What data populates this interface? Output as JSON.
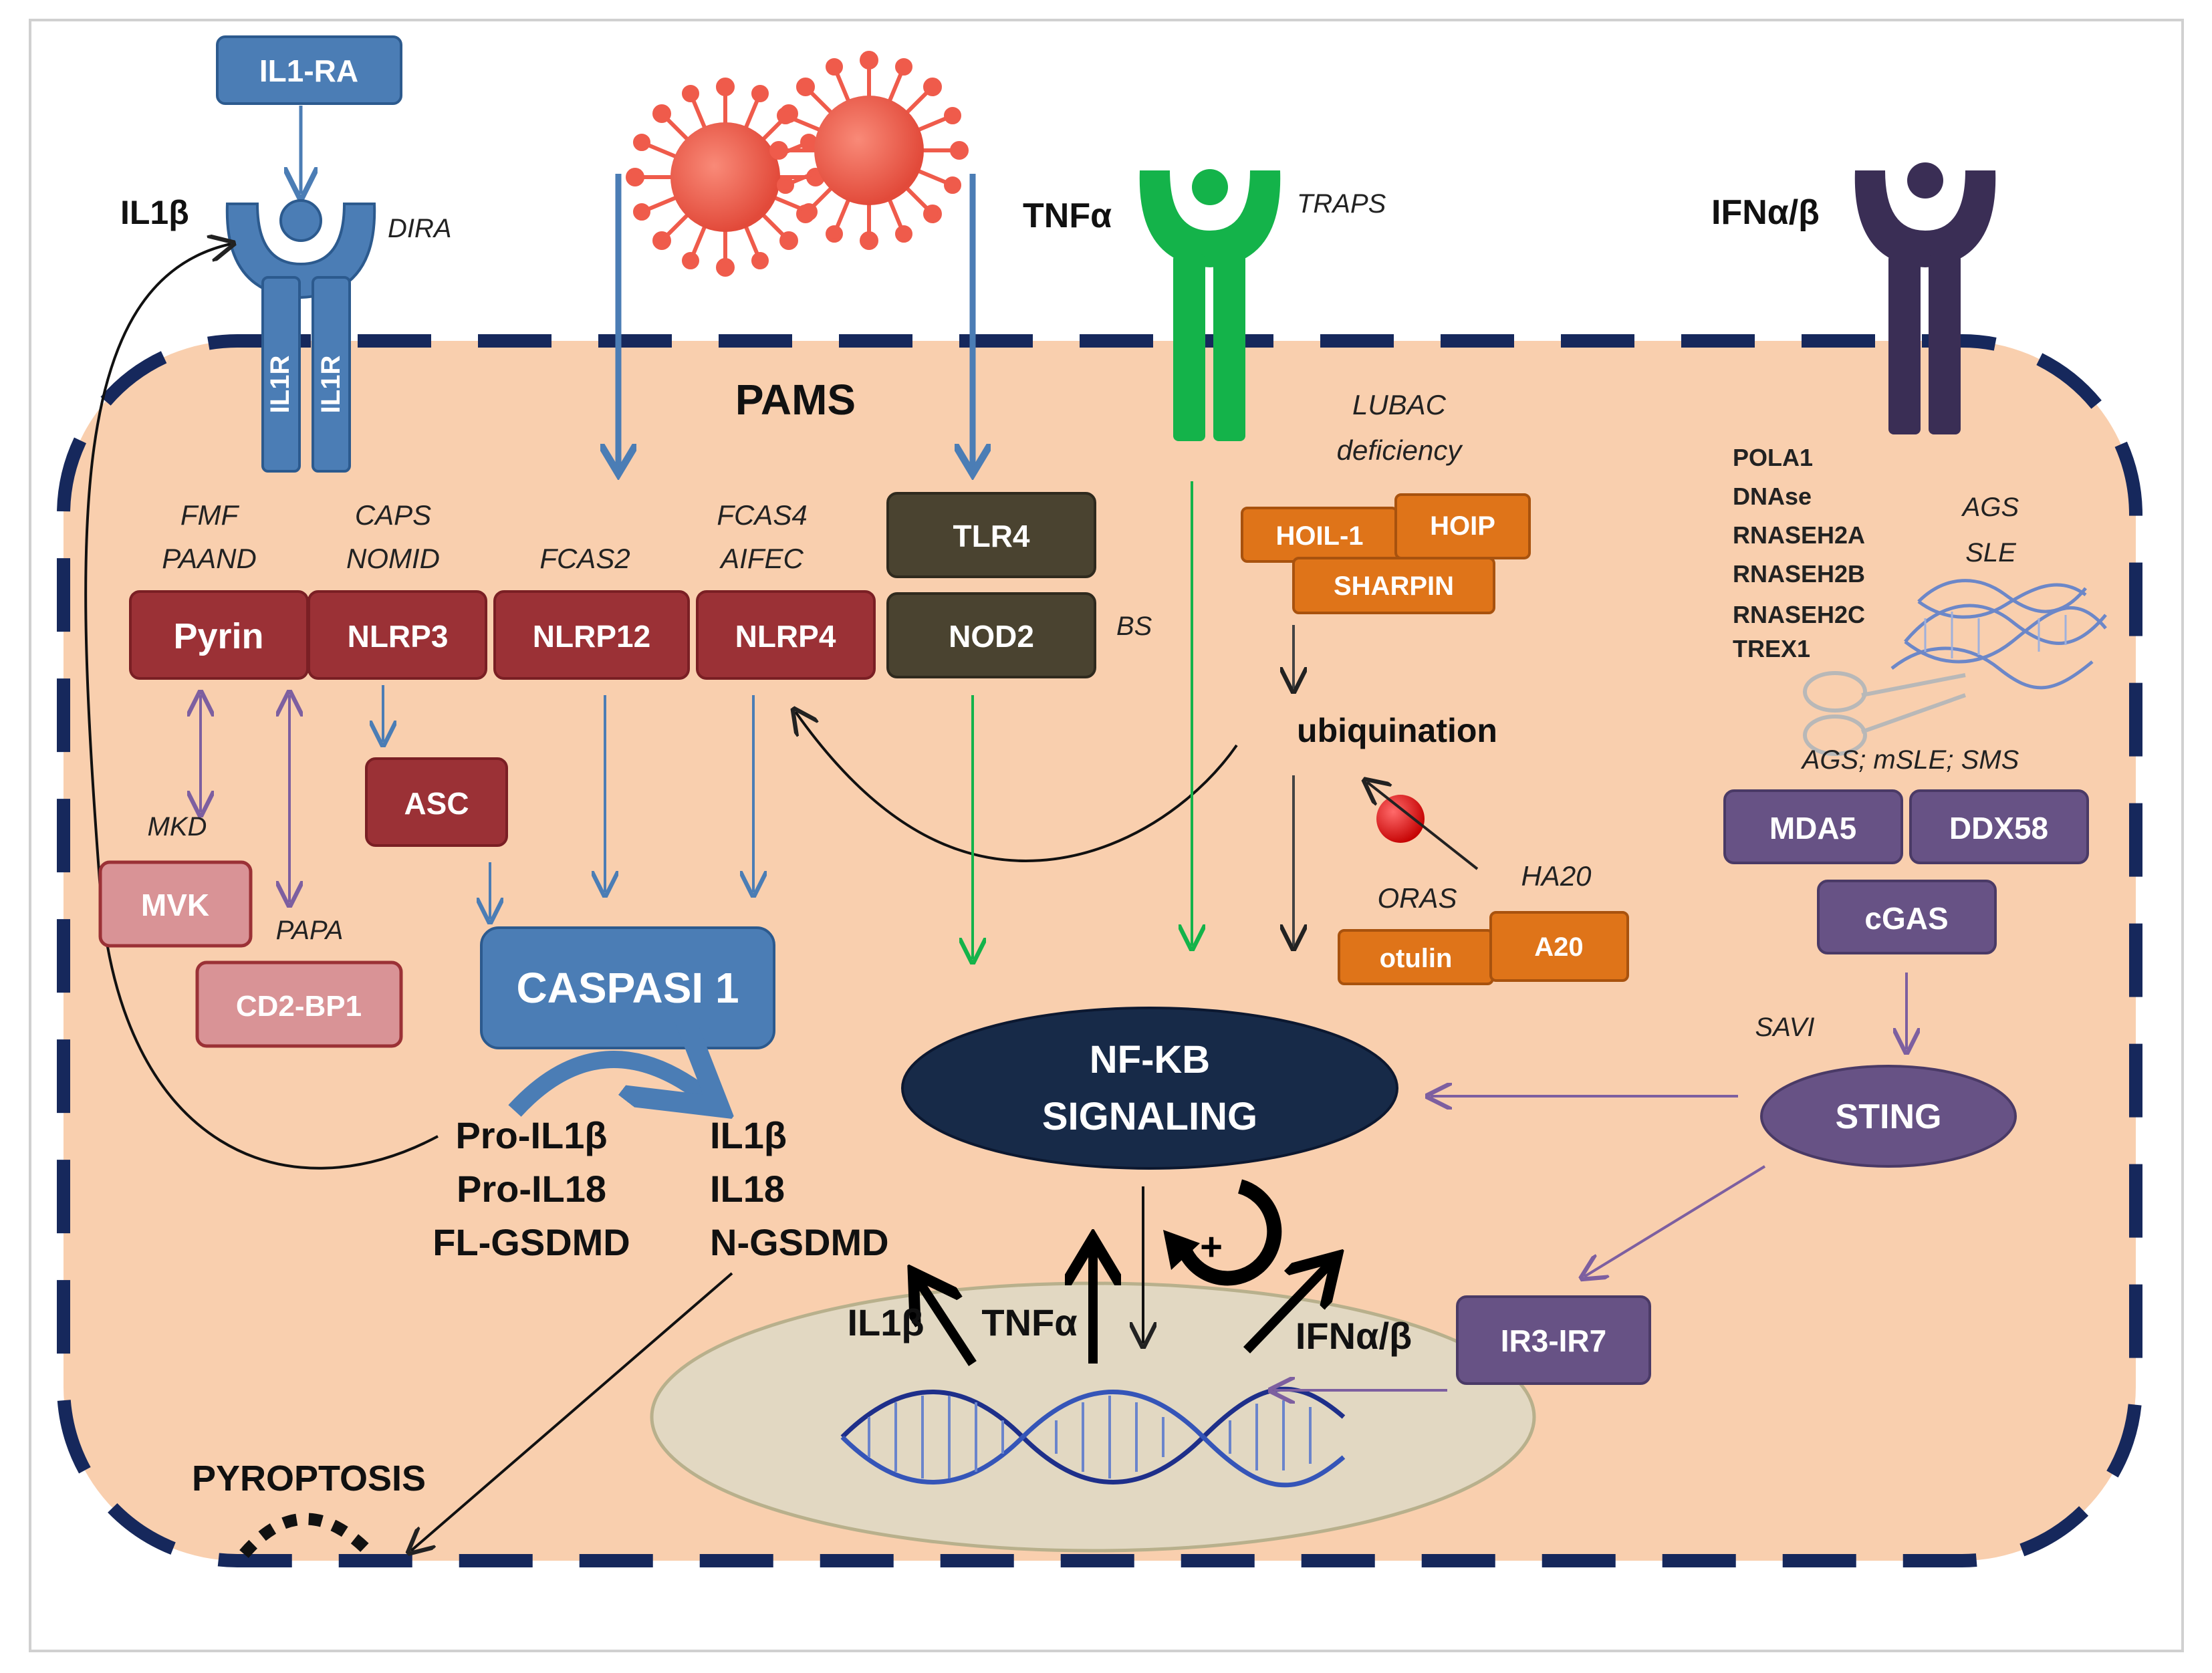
{
  "colors": {
    "cell_fill": "#f9cfae",
    "membrane": "#16285c",
    "caspase_blue": "#4b7db5",
    "inflammasome_red": "#9b3136",
    "pink_light": "#d99396",
    "olive_dark": "#4a4330",
    "orange": "#df7419",
    "purple": "#675285",
    "navy": "#172a48",
    "tnf_green": "#14b34a",
    "ifn_purple": "#3a2e55",
    "virus_red": "#ef5b4b",
    "nucleus": "#e2d8c2"
  },
  "labels": {
    "il1ra": "IL1-RA",
    "il1b_receptor_label": "IL1β",
    "dira": "DIRA",
    "il1r_left": "IL1R",
    "il1r_right": "IL1R",
    "pams": "PAMS",
    "tnfa_receptor_label": "TNFα",
    "traps": "TRAPS",
    "ifn_receptor_label": "IFNα/β",
    "lubac_line1": "LUBAC",
    "lubac_line2": "deficiency",
    "fmf": "FMF",
    "paand": "PAAND",
    "caps": "CAPS",
    "nomid": "NOMID",
    "fcas2": "FCAS2",
    "fcas4": "FCAS4",
    "aifec": "AIFEC",
    "bs": "BS",
    "mkd": "MKD",
    "papa": "PAPA",
    "oras": "ORAS",
    "ha20": "HA20",
    "ags_line1": "AGS",
    "sle_line2": "SLE",
    "ags_msle_sms": "AGS; mSLE; SMS",
    "savi": "SAVI",
    "pyroptosis": "PYROPTOSIS",
    "ubiquination": "ubiquination",
    "gene_list": [
      "POLA1",
      "DNAse",
      "RNASEH2A",
      "RNASEH2B",
      "RNASEH2C",
      "TREX1"
    ],
    "pro_forms": [
      "Pro-IL1β",
      "Pro-IL18",
      "FL-GSDMD"
    ],
    "active_forms": [
      "IL1β",
      "IL18",
      "N-GSDMD"
    ],
    "out_il1b": "IL1β",
    "out_tnfa": "TNFα",
    "out_ifn": "IFNα/β",
    "plus": "+"
  },
  "boxes": {
    "pyrin": "Pyrin",
    "nlrp3": "NLRP3",
    "nlrp12": "NLRP12",
    "nlrp4": "NLRP4",
    "tlr4": "TLR4",
    "nod2": "NOD2",
    "asc": "ASC",
    "mvk": "MVK",
    "cd2bp1": "CD2-BP1",
    "caspasi1": "CASPASI 1",
    "hoil1": "HOIL-1",
    "hoip": "HOIP",
    "sharpin": "SHARPIN",
    "otulin": "otulin",
    "a20": "A20",
    "mda5": "MDA5",
    "ddx58": "DDX58",
    "cgas": "cGAS",
    "sting": "STING",
    "ir3ir7": "IR3-IR7",
    "nfkb_line1": "NF-KB",
    "nfkb_line2": "SIGNALING"
  }
}
